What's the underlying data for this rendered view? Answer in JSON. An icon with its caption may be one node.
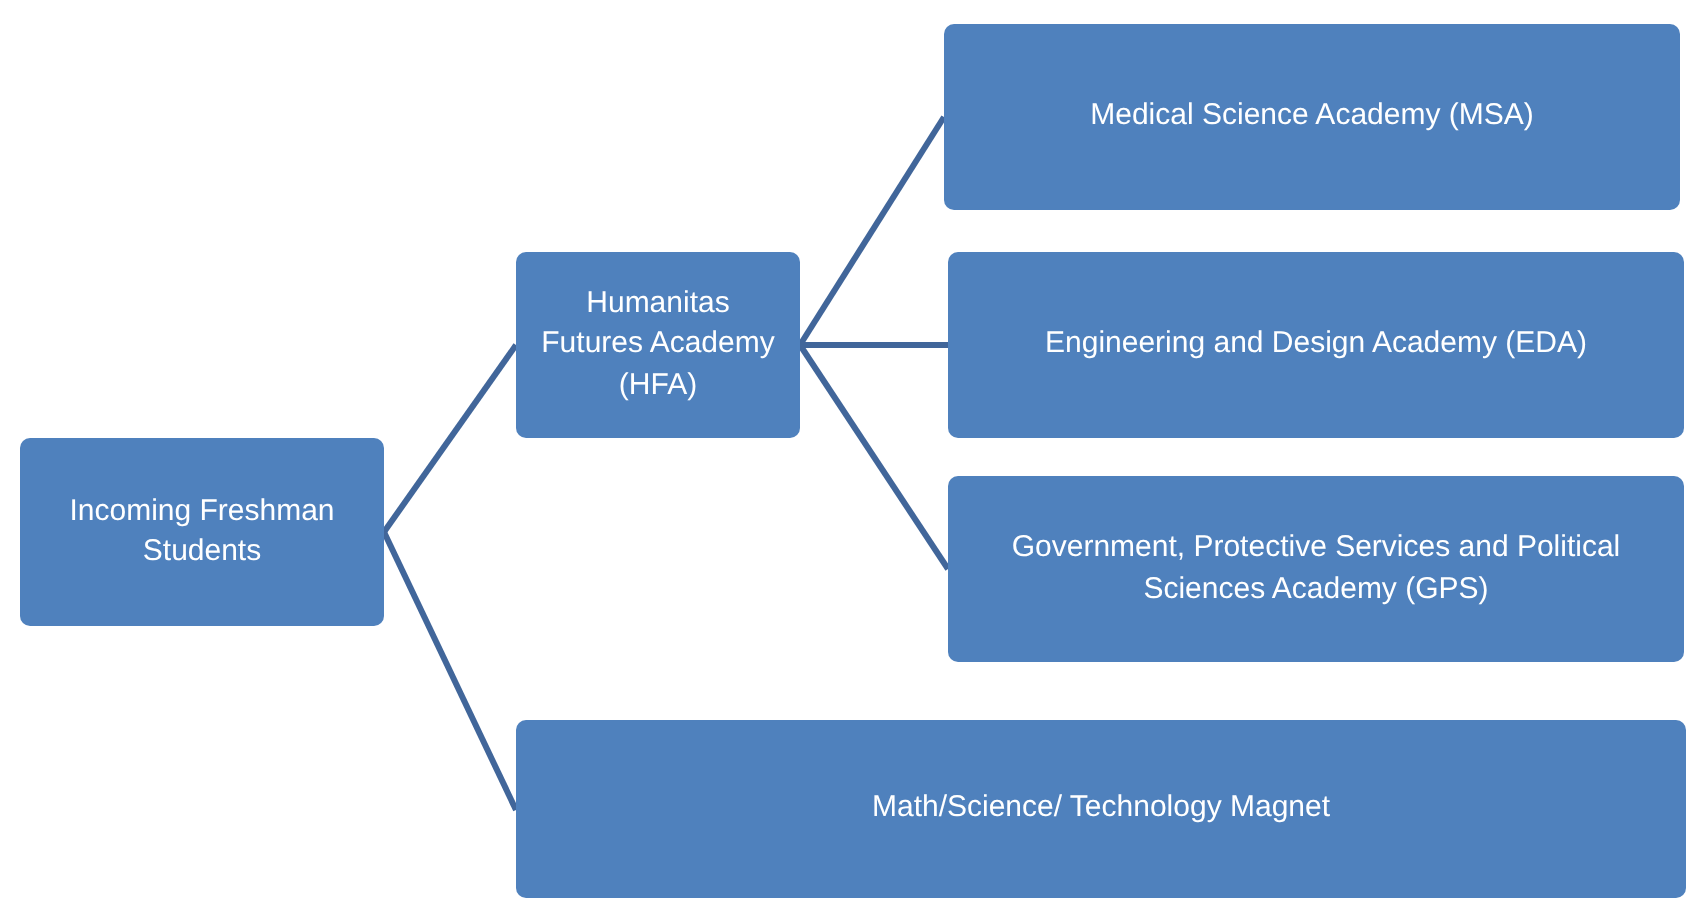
{
  "diagram": {
    "nodes": [
      {
        "text": [
          "Incoming Freshman Students"
        ]
      },
      {
        "text": [
          "Humanitas Futures Academy (HFA)"
        ]
      },
      {
        "text": [
          "Medical Science Academy (MSA)"
        ]
      },
      {
        "text": [
          "Engineering and Design Academy (EDA)"
        ]
      },
      {
        "text": [
          "Government, Protective Services and Political Sciences Academy (GPS)"
        ]
      },
      {
        "text": [
          "Math/Science/ Technology Magnet"
        ]
      }
    ],
    "edges": [
      {
        "from": 0,
        "to": 1,
        "arrow": "none"
      },
      {
        "from": 0,
        "to": 5,
        "arrow": "none"
      },
      {
        "from": 1,
        "to": 2,
        "arrow": "none"
      },
      {
        "from": 1,
        "to": 3,
        "arrow": "none"
      },
      {
        "from": 1,
        "to": 4,
        "arrow": "none"
      }
    ]
  }
}
